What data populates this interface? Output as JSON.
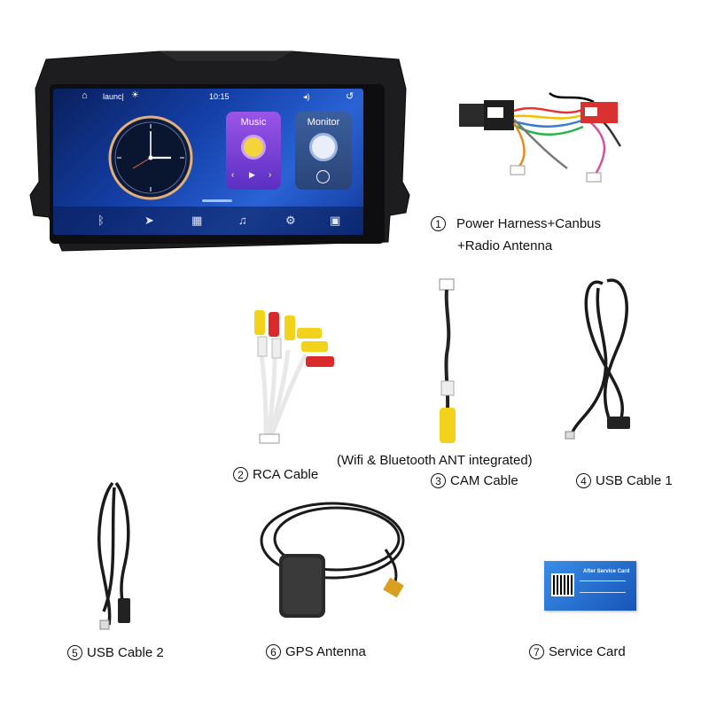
{
  "head_unit": {
    "statusbar": {
      "app": "launc|",
      "time": "10:15"
    },
    "cards": {
      "music": "Music",
      "monitor": "Monitor"
    }
  },
  "items": [
    {
      "num": "1",
      "text": "Power Harness+Canbus",
      "text2": "+Radio Antenna"
    },
    {
      "num": "2",
      "text": "RCA Cable"
    },
    {
      "num": "3",
      "text": "CAM Cable",
      "note": "(Wifi & Bluetooth ANT integrated)"
    },
    {
      "num": "4",
      "text": "USB Cable 1"
    },
    {
      "num": "5",
      "text": "USB Cable 2"
    },
    {
      "num": "6",
      "text": "GPS Antenna"
    },
    {
      "num": "7",
      "text": "Service Card"
    }
  ],
  "service_card": {
    "title": "After Service Card"
  },
  "icons": [
    "home-icon",
    "back-icon",
    "bluetooth-icon",
    "navigation-icon",
    "apps-icon",
    "music-icon",
    "settings-icon",
    "camera-icon"
  ],
  "colors": {
    "screen": "#1a4bbf",
    "music_card": "#7b3fd6",
    "rca_yellow": "#f2d21a",
    "rca_red": "#d92b2b",
    "service_card": "#1f6fd0"
  }
}
